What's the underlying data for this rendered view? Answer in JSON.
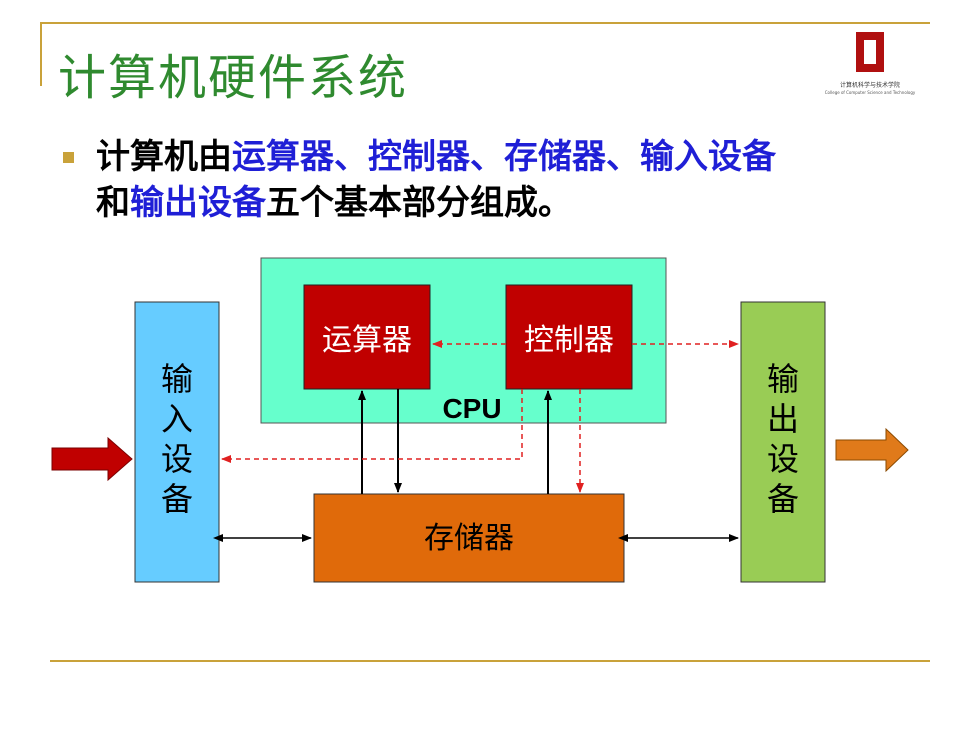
{
  "slide": {
    "title": "计算机硬件系统",
    "logo": {
      "text": "计算机科学与技术学院",
      "subtitle": "College of Computer Science and Technology"
    },
    "intro": {
      "lead": "计算机由",
      "items": [
        "运算器",
        "控制器",
        "存储器",
        "输入设备"
      ],
      "separator": "、",
      "and": "和",
      "last": "输出设备",
      "tail": "五个基本部分组成。"
    }
  },
  "diagram": {
    "cpu_label": "CPU",
    "alu_label": "运算器",
    "controller_label": "控制器",
    "memory_label": "存储器",
    "input_device_label": [
      "输",
      "入",
      "设",
      "备"
    ],
    "output_device_label": [
      "输",
      "出",
      "设",
      "备"
    ],
    "colors": {
      "cpu_bg": "#66ffcc",
      "unit_bg": "#c00000",
      "memory_bg": "#e06a0a",
      "input_bg": "#66ccff",
      "output_bg": "#99cc55",
      "control_line": "#e02020",
      "accent": "#c9a23a",
      "title": "#2f8a2f",
      "highlight": "#1f1fd6"
    }
  }
}
